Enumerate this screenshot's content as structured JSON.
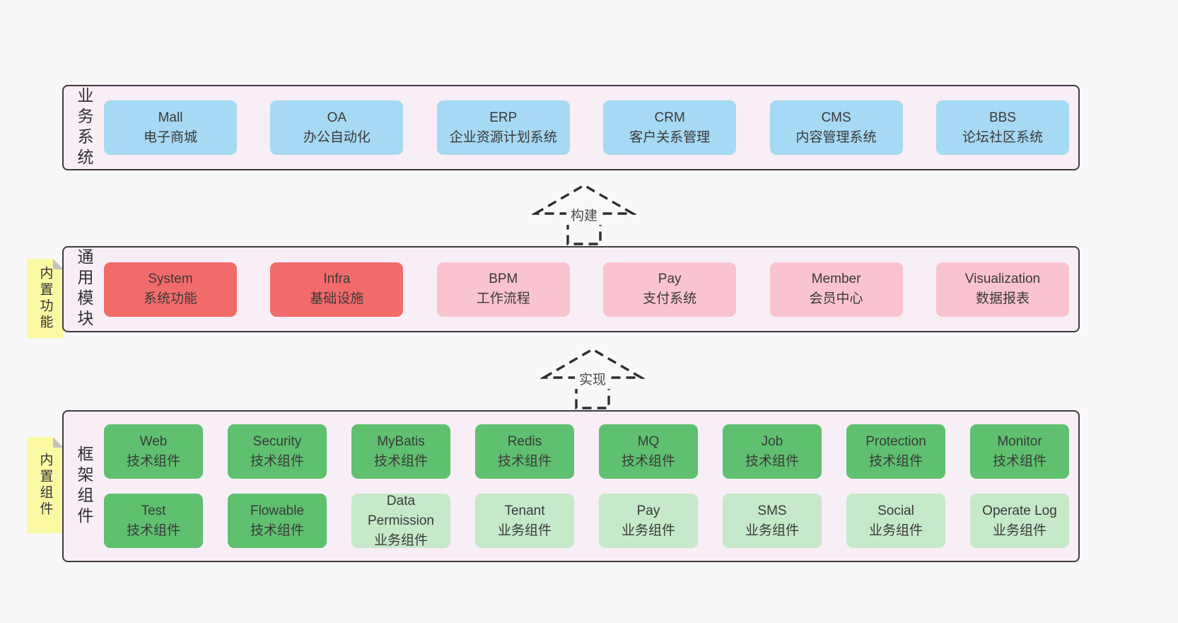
{
  "palette": {
    "page_bg": "#f8f8f8",
    "container_bg": "#f8eef6",
    "container_border": "#413a44",
    "blue_box": "#a6d9f3",
    "red_box": "#f26b6b",
    "pink_box": "#f9c3cf",
    "green_box": "#5fc070",
    "light_green_box": "#c6e9c9",
    "note_yellow": "#fbf9a3",
    "note_fold_gray": "#c2c2c2",
    "text": "#3a3a3a"
  },
  "arrows": [
    {
      "label": "构建"
    },
    {
      "label": "实现"
    }
  ],
  "layers": {
    "business": {
      "label": "业务系统",
      "boxes": [
        {
          "name": "Mall",
          "desc": "电子商城",
          "variant": "blue"
        },
        {
          "name": "OA",
          "desc": "办公自动化",
          "variant": "blue"
        },
        {
          "name": "ERP",
          "desc": "企业资源计划系统",
          "variant": "blue"
        },
        {
          "name": "CRM",
          "desc": "客户关系管理",
          "variant": "blue"
        },
        {
          "name": "CMS",
          "desc": "内容管理系统",
          "variant": "blue"
        },
        {
          "name": "BBS",
          "desc": "论坛社区系统",
          "variant": "blue"
        }
      ]
    },
    "modules": {
      "label": "通用模块",
      "note": "内置功能",
      "boxes": [
        {
          "name": "System",
          "desc": "系统功能",
          "variant": "red"
        },
        {
          "name": "Infra",
          "desc": "基础设施",
          "variant": "red"
        },
        {
          "name": "BPM",
          "desc": "工作流程",
          "variant": "pink"
        },
        {
          "name": "Pay",
          "desc": "支付系统",
          "variant": "pink"
        },
        {
          "name": "Member",
          "desc": "会员中心",
          "variant": "pink"
        },
        {
          "name": "Visualization",
          "desc": "数据报表",
          "variant": "pink"
        }
      ]
    },
    "components": {
      "label": "框架组件",
      "note": "内置组件",
      "boxes": [
        {
          "name": "Web",
          "desc": "技术组件",
          "variant": "green"
        },
        {
          "name": "Security",
          "desc": "技术组件",
          "variant": "green"
        },
        {
          "name": "MyBatis",
          "desc": "技术组件",
          "variant": "green"
        },
        {
          "name": "Redis",
          "desc": "技术组件",
          "variant": "green"
        },
        {
          "name": "MQ",
          "desc": "技术组件",
          "variant": "green"
        },
        {
          "name": "Job",
          "desc": "技术组件",
          "variant": "green"
        },
        {
          "name": "Protection",
          "desc": "技术组件",
          "variant": "green"
        },
        {
          "name": "Monitor",
          "desc": "技术组件",
          "variant": "green"
        },
        {
          "name": "Test",
          "desc": "技术组件",
          "variant": "green"
        },
        {
          "name": "Flowable",
          "desc": "技术组件",
          "variant": "green"
        },
        {
          "name": "Data Permission",
          "desc": "业务组件",
          "variant": "lightgreen"
        },
        {
          "name": "Tenant",
          "desc": "业务组件",
          "variant": "lightgreen"
        },
        {
          "name": "Pay",
          "desc": "业务组件",
          "variant": "lightgreen"
        },
        {
          "name": "SMS",
          "desc": "业务组件",
          "variant": "lightgreen"
        },
        {
          "name": "Social",
          "desc": "业务组件",
          "variant": "lightgreen"
        },
        {
          "name": "Operate Log",
          "desc": "业务组件",
          "variant": "lightgreen"
        }
      ]
    }
  }
}
